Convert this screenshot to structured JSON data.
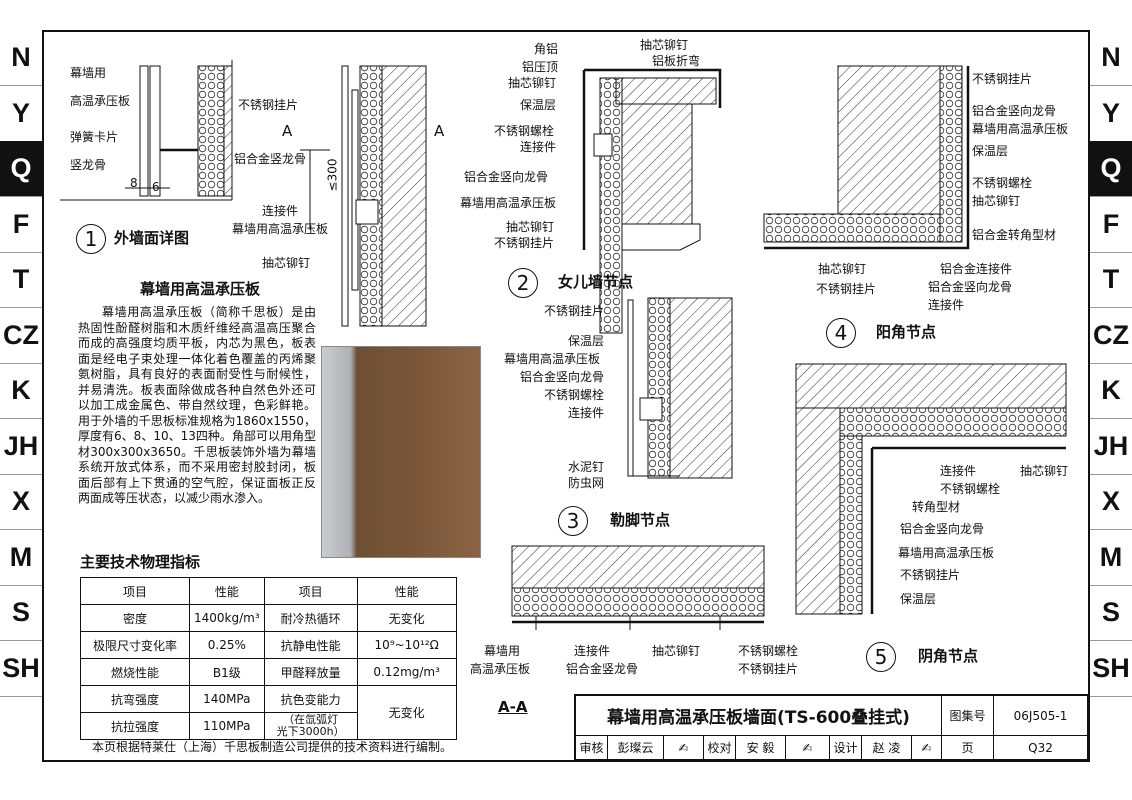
{
  "side_tabs": [
    "N",
    "Y",
    "Q",
    "F",
    "T",
    "CZ",
    "K",
    "JH",
    "X",
    "M",
    "S",
    "SH"
  ],
  "active_tab": "Q",
  "detail1": {
    "num": "1",
    "title": "外墙面详图",
    "labels": [
      "幕墙用",
      "高温承压板",
      "弹簧卡片",
      "竖龙骨",
      "不锈钢挂片",
      "铝合金竖龙骨",
      "连接件",
      "幕墙用高温承压板",
      "抽芯铆钉"
    ],
    "dim_8": "8",
    "dim_6": "6",
    "dim_300": "≤300",
    "section_a": "A"
  },
  "detail2": {
    "num": "2",
    "title": "女儿墙节点",
    "labels": [
      "角铝",
      "铝压顶",
      "抽芯铆钉",
      "抽芯铆钉",
      "铝板折弯",
      "保温层",
      "不锈钢螺栓",
      "连接件",
      "铝合金竖向龙骨",
      "幕墙用高温承压板",
      "抽芯铆钉",
      "不锈钢挂片"
    ]
  },
  "detail3": {
    "num": "3",
    "title": "勒脚节点",
    "labels": [
      "不锈钢挂片",
      "保温层",
      "幕墙用高温承压板",
      "铝合金竖向龙骨",
      "不锈钢螺栓",
      "连接件",
      "水泥钉",
      "防虫网"
    ]
  },
  "detail4": {
    "num": "4",
    "title": "阳角节点",
    "labels": [
      "不锈钢挂片",
      "铝合金竖向龙骨",
      "幕墙用高温承压板",
      "保温层",
      "不锈钢螺栓",
      "抽芯铆钉",
      "铝合金转角型材",
      "抽芯铆钉",
      "不锈钢挂片",
      "铝合金连接件",
      "铝合金竖向龙骨",
      "连接件"
    ]
  },
  "detail5": {
    "num": "5",
    "title": "阴角节点",
    "labels": [
      "连接件",
      "抽芯铆钉",
      "不锈钢螺栓",
      "转角型材",
      "铝合金竖向龙骨",
      "幕墙用高温承压板",
      "不锈钢挂片",
      "保温层"
    ]
  },
  "section_aa": {
    "title": "A-A",
    "labels": [
      "幕墙用",
      "高温承压板",
      "连接件",
      "铝合金竖龙骨",
      "抽芯铆钉",
      "不锈钢螺栓",
      "不锈钢挂片"
    ]
  },
  "intro": {
    "heading": "幕墙用高温承压板",
    "text": "幕墙用高温承压板（简称千思板）是由热固性酚醛树脂和木质纤维经高温高压聚合而成的高强度均质平板，内芯为黑色，板表面是经电子束处理一体化着色覆盖的丙烯聚氨树脂，具有良好的表面耐受性与耐候性，并易清洗。板表面除做成各种自然色外还可以加工成金属色、带自然纹理，色彩鲜艳。用于外墙的千思板标准规格为1860x1550，厚度有6、8、10、13四种。角部可以用角型材300x300x3650。千思板装饰外墙为幕墙系统开放式体系，而不采用密封胶封闭，板面后部有上下贯通的空气腔，保证面板正反两面成等压状态，以减少雨水渗入。"
  },
  "spec": {
    "heading": "主要技术物理指标",
    "headers": [
      "项目",
      "性能",
      "项目",
      "性能"
    ],
    "rows": [
      [
        "密度",
        "1400kg/m³",
        "耐冷热循环",
        "无变化"
      ],
      [
        "极限尺寸变化率",
        "0.25%",
        "抗静电性能",
        "10⁹~10¹²Ω"
      ],
      [
        "燃烧性能",
        "B1级",
        "甲醛释放量",
        "0.12mg/m³"
      ],
      [
        "抗弯强度",
        "140MPa",
        "抗色变能力",
        "无变化"
      ],
      [
        "抗拉强度",
        "110MPa",
        "（在氙弧灯",
        "光下3000h）"
      ]
    ]
  },
  "footnote": "本页根据特莱仕（上海）千思板制造公司提供的技术资料进行编制。",
  "title_block": {
    "title": "幕墙用高温承压板墙面(TS-600叠挂式)",
    "atlas_label": "图集号",
    "atlas_no": "06J505-1",
    "review": "审核",
    "reviewer": "彭璨云",
    "check": "校对",
    "checker": "安 毅",
    "design": "设计",
    "designer": "赵 凌",
    "page_label": "页",
    "page_no": "Q32"
  }
}
